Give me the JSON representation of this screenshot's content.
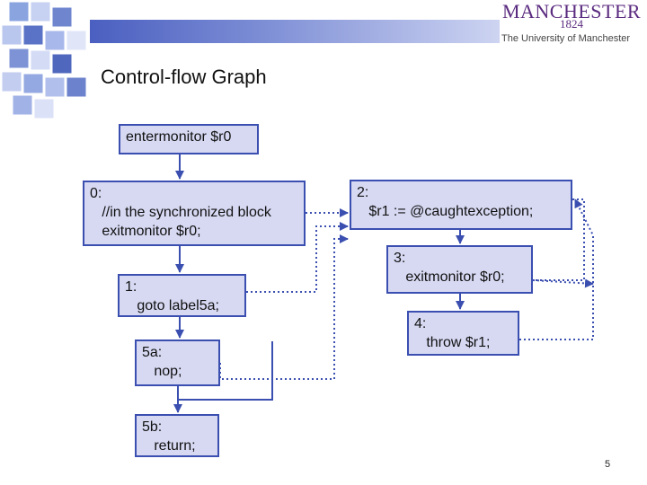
{
  "header": {
    "title": "Control-flow Graph",
    "logo_name": "MANCHESTER",
    "logo_year": "1824",
    "logo_subtitle": "The University of Manchester"
  },
  "nodes": {
    "entry": "entermonitor $r0",
    "n0": "0:\n   //in the synchronized block\n   exitmonitor $r0;",
    "n1": "1:\n   goto label5a;",
    "n5a": "5a:\n   nop;",
    "n5b": "5b:\n   return;",
    "n2": "2:\n   $r1 := @caughtexception;",
    "n3": "3:\n   exitmonitor $r0;",
    "n4": "4:\n   throw $r1;"
  },
  "colors": {
    "node_fill": "#d7d9f3",
    "node_border": "#3b4fb0",
    "edge": "#3b4fb0"
  },
  "footer": {
    "page_number": "5"
  }
}
